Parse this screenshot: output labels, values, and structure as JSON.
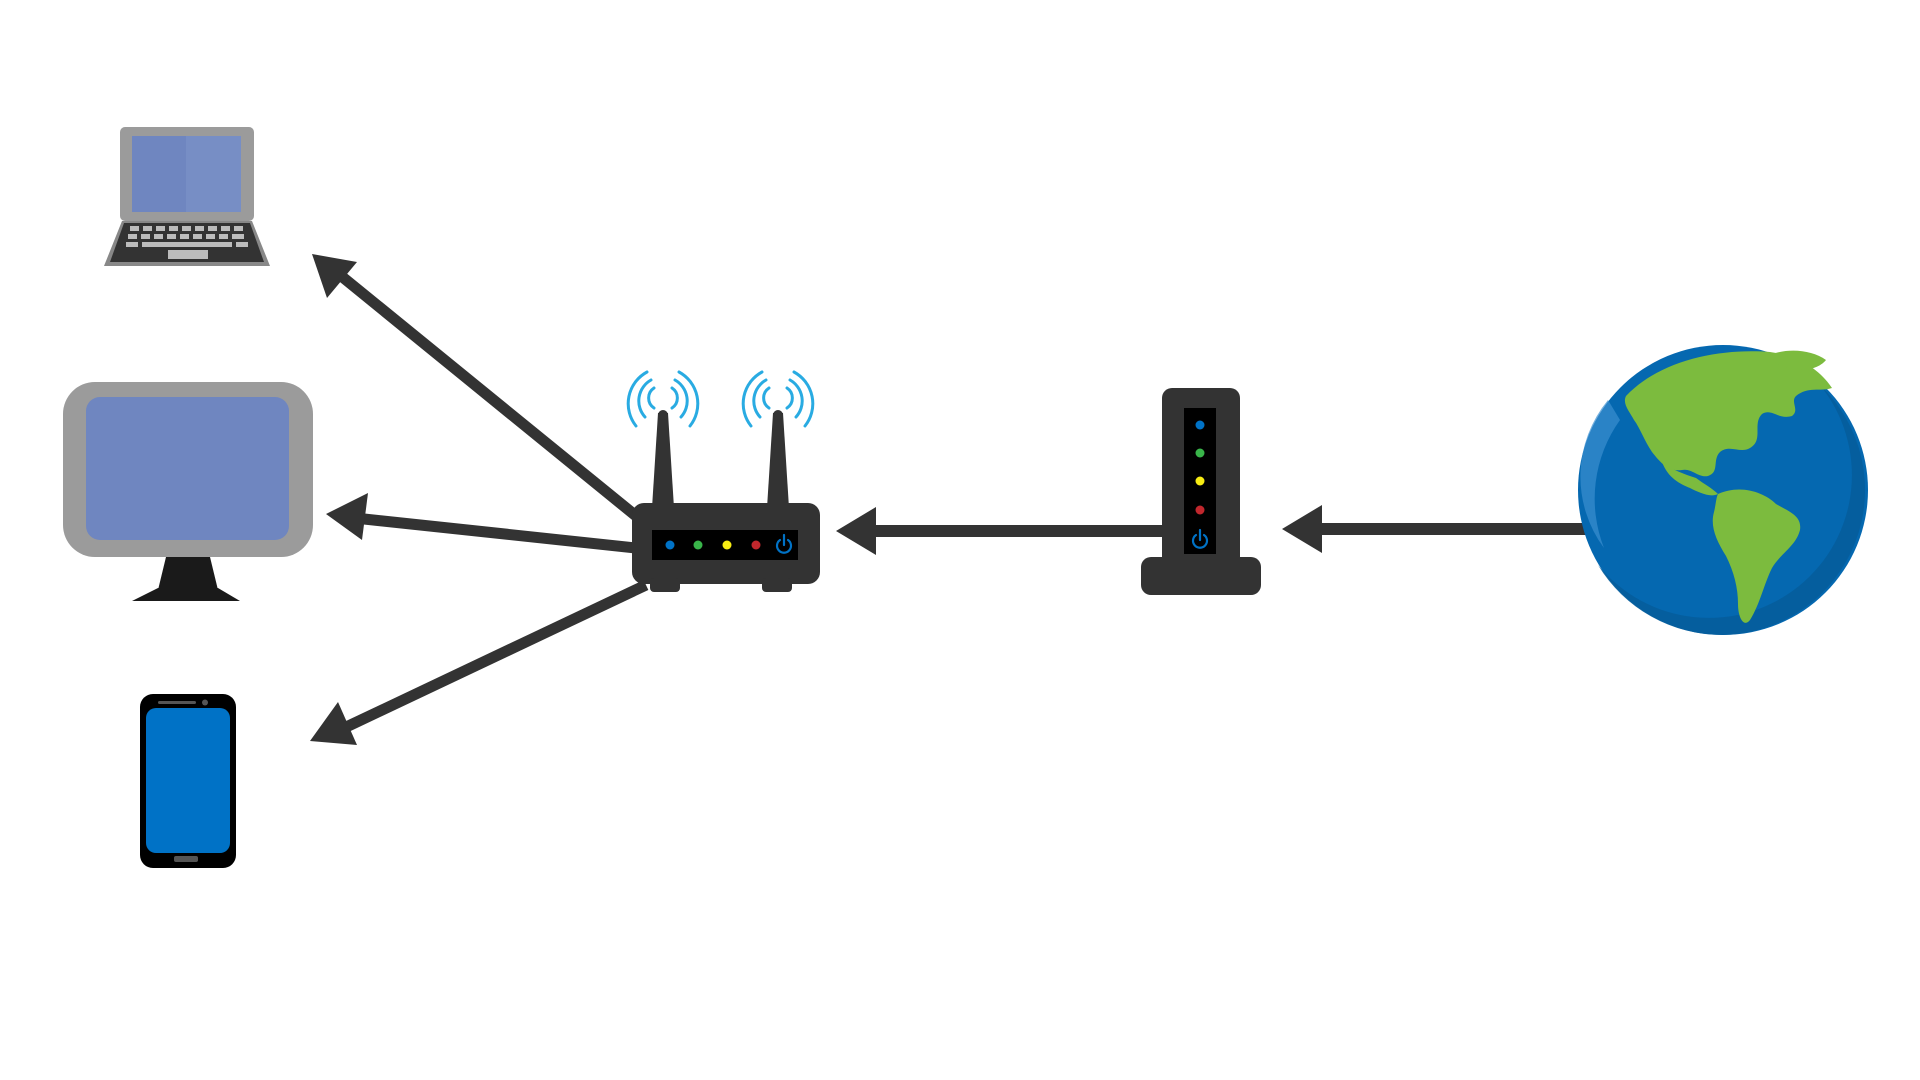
{
  "diagram": {
    "type": "network-topology",
    "nodes": [
      {
        "id": "internet",
        "icon": "globe-icon"
      },
      {
        "id": "modem",
        "icon": "modem-icon"
      },
      {
        "id": "router",
        "icon": "wifi-router-icon"
      },
      {
        "id": "laptop",
        "icon": "laptop-icon"
      },
      {
        "id": "desktop",
        "icon": "desktop-monitor-icon"
      },
      {
        "id": "phone",
        "icon": "smartphone-icon"
      }
    ],
    "edges": [
      {
        "from": "internet",
        "to": "modem"
      },
      {
        "from": "modem",
        "to": "router"
      },
      {
        "from": "router",
        "to": "laptop"
      },
      {
        "from": "router",
        "to": "desktop"
      },
      {
        "from": "router",
        "to": "phone"
      }
    ]
  },
  "colors": {
    "background": "#ffffff",
    "device_dark": "#333333",
    "arrow": "#333333",
    "screen_blue": "#6f86c0",
    "phone_screen": "#0072c6",
    "ocean": "#0568b0",
    "land": "#7cbb3e",
    "wifi_waves": "#29abe2",
    "led_blue": "#0072c6",
    "led_green": "#39b54a",
    "led_yellow": "#f7ec13",
    "led_red": "#c1272d"
  }
}
